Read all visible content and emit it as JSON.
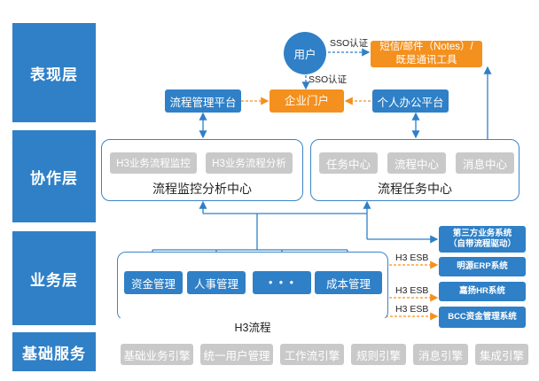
{
  "layers": {
    "presentation": "表现层",
    "collaboration": "协作层",
    "business": "业务层",
    "foundation": "基础服务"
  },
  "presentation": {
    "user": "用户",
    "sso_label_1": "SSO认证",
    "sso_label_2": "SSO认证",
    "notify": "短信/邮件（Notes）/\n既是通讯工具",
    "process_platform": "流程管理平台",
    "portal": "企业门户",
    "office_platform": "个人办公平台"
  },
  "collaboration": {
    "monitor_center": {
      "title": "流程监控分析中心",
      "items": [
        "H3业务流程监控",
        "H3业务流程分析"
      ]
    },
    "task_center": {
      "title": "流程任务中心",
      "items": [
        "任务中心",
        "流程中心",
        "消息中心"
      ]
    }
  },
  "business": {
    "h3_title": "H3流程",
    "modules": [
      "资金管理",
      "人事管理",
      "• • •",
      "成本管理"
    ],
    "esb_label": "H3 ESB",
    "systems": [
      "第三方业务系统\n（自带流程驱动）",
      "明源ERP系统",
      "嘉扬HR系统",
      "BCC资金管理系统"
    ]
  },
  "foundation": {
    "engines": [
      "基础业务引擎",
      "统一用户管理",
      "工作流引擎",
      "规则引擎",
      "消息引擎",
      "集成引擎"
    ]
  },
  "colors": {
    "blue": "#2f80c7",
    "orange": "#f4901e",
    "gray": "#c9c9c9"
  }
}
